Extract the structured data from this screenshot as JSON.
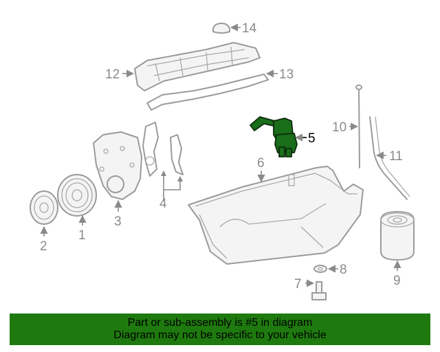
{
  "callouts": {
    "c1": "1",
    "c2": "2",
    "c3": "3",
    "c4": "4",
    "c5": "5",
    "c6": "6",
    "c7": "7",
    "c8": "8",
    "c9": "9",
    "c10": "10",
    "c11": "11",
    "c12": "12",
    "c13": "13",
    "c14": "14"
  },
  "highlight": {
    "part_number": "5",
    "color": "#1a6e1a"
  },
  "banner": {
    "line1": "Part or sub-assembly is #5 in diagram",
    "line2": "Diagram may not be specific to your vehicle",
    "background": "#1e7a0e"
  }
}
